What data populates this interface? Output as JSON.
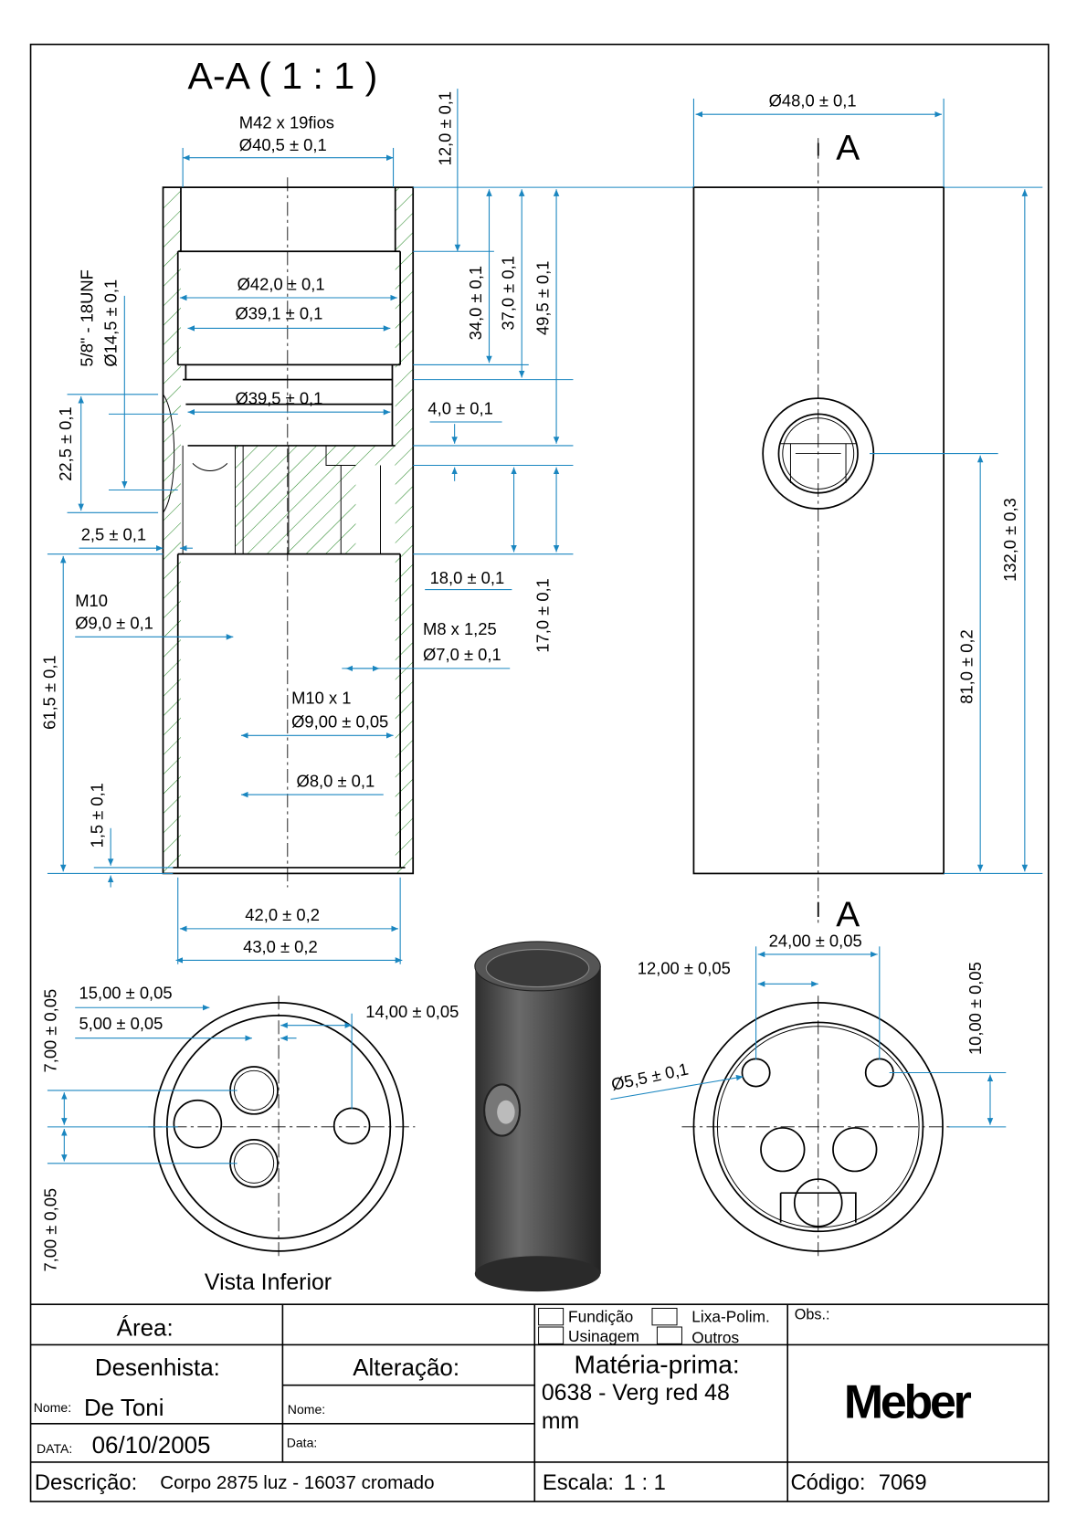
{
  "section_view": {
    "title": "A-A ( 1 : 1 )",
    "dims": {
      "thread_top": "M42 x 19fios",
      "d40_5": "Ø40,5 ± 0,1",
      "h12": "12,0 ± 0,1",
      "d42_0": "Ø42,0 ± 0,1",
      "d39_1": "Ø39,1 ± 0,1",
      "d39_5": "Ø39,5 ± 0,1",
      "h34": "34,0 ± 0,1",
      "h37": "37,0 ± 0,1",
      "h49_5": "49,5 ± 0,1",
      "unf": "5/8\" - 18UNF",
      "d14_5": "Ø14,5 ± 0,1",
      "h22_5": "22,5 ± 0,1",
      "w2_5": "2,5 ± 0,1",
      "h4": "4,0 ± 0,1",
      "h18": "18,0 ± 0,1",
      "h17": "17,0 ± 0,1",
      "m10": "M10",
      "d9_0": "Ø9,0 ± 0,1",
      "m8": "M8 x 1,25",
      "d7_0": "Ø7,0 ± 0,1",
      "m10x1": "M10 x 1",
      "d9_00": "Ø9,00 ± 0,05",
      "d8_0": "Ø8,0 ± 0,1",
      "h61_5": "61,5 ± 0,1",
      "h1_5": "1,5 ± 0,1",
      "w42": "42,0 ± 0,2",
      "w43": "43,0 ± 0,2"
    }
  },
  "side_view": {
    "d48": "Ø48,0 ± 0,1",
    "section_mark_top": "A",
    "section_mark_bottom": "A",
    "h132": "132,0 ± 0,3",
    "h81": "81,0 ± 0,2"
  },
  "bottom_view": {
    "label": "Vista Inferior",
    "w15": "15,00 ± 0,05",
    "w5": "5,00 ± 0,05",
    "w14": "14,00 ± 0,05",
    "h7a": "7,00 ± 0,05",
    "h7b": "7,00 ± 0,05"
  },
  "top_view": {
    "w24": "24,00 ± 0,05",
    "w12": "12,00 ± 0,05",
    "h10": "10,00 ± 0,05",
    "d5_5": "Ø5,5 ± 0,1"
  },
  "title_block": {
    "area_label": "Área:",
    "process": [
      "Fundição",
      "Lixa-Polim.",
      "Usinagem",
      "Outros"
    ],
    "obs_label": "Obs.:",
    "drafter_label": "Desenhista:",
    "change_label": "Alteração:",
    "name_label": "Nome:",
    "drafter_name": "De Toni",
    "change_name_label": "Nome:",
    "date_label": "DATA:",
    "date": "06/10/2005",
    "change_date_label": "Data:",
    "material_label": "Matéria-prima:",
    "material_line1": "0638 - Verg red 48",
    "material_line2": "mm",
    "logo": "Meber",
    "description_label": "Descrição:",
    "description": "Corpo 2875 luz - 16037 cromado",
    "scale_label": "Escala:",
    "scale": "1 : 1",
    "code_label": "Código:",
    "code": "7069"
  },
  "colors": {
    "dimension": "#1a86c0",
    "hatch": "#2a8a2a",
    "part": "#4a4a4a"
  }
}
